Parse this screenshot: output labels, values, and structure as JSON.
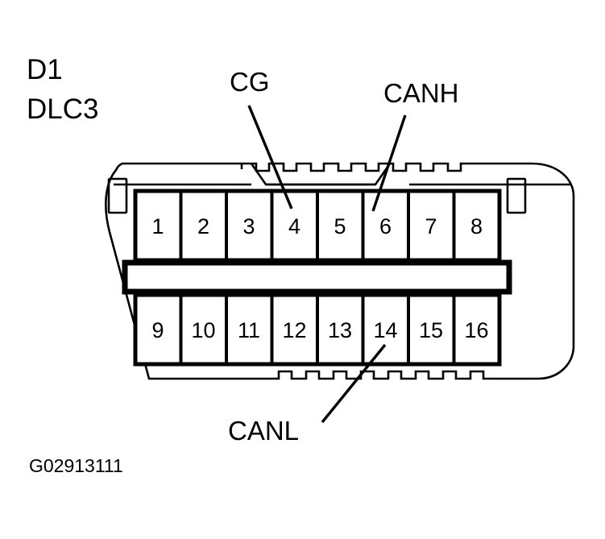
{
  "figure": {
    "id_label": "G02913111",
    "connector_code": "D1",
    "connector_name": "DLC3",
    "type": "connector-pinout-diagram",
    "colors": {
      "background": "#ffffff",
      "line": "#000000"
    }
  },
  "callouts": [
    {
      "label": "CG",
      "pin": "4",
      "position": "top"
    },
    {
      "label": "CANH",
      "pin": "6",
      "position": "top"
    },
    {
      "label": "CANL",
      "pin": "14",
      "position": "bottom"
    }
  ],
  "callout_labels": {
    "cg": "CG",
    "canh": "CANH",
    "canl": "CANL"
  },
  "connector": {
    "rows": [
      {
        "name": "top-row",
        "pins": [
          "1",
          "2",
          "3",
          "4",
          "5",
          "6",
          "7",
          "8"
        ]
      },
      {
        "name": "bottom-row",
        "pins": [
          "9",
          "10",
          "11",
          "12",
          "13",
          "14",
          "15",
          "16"
        ]
      }
    ],
    "total_pins": 16
  }
}
